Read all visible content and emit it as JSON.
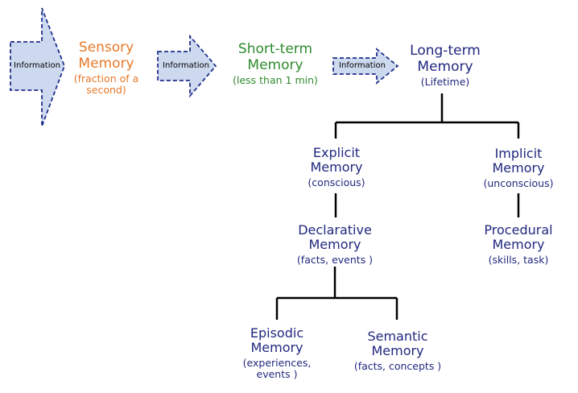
{
  "colors": {
    "navy": "#20287e",
    "orange": "#e8792b",
    "green": "#2e8b2e",
    "arrow_fill": "#cdd9ef",
    "arrow_stroke": "#1f2f8c",
    "line": "#000000"
  },
  "arrows": [
    {
      "label": "Information"
    },
    {
      "label": "Information"
    },
    {
      "label": "Information"
    }
  ],
  "stages": {
    "sensory": {
      "line1": "Sensory",
      "line2": "Memory",
      "sub1": "(fraction of a",
      "sub2": "second)"
    },
    "short_term": {
      "line1": "Short-term",
      "line2": "Memory",
      "sub1": "(less than 1 min)"
    },
    "long_term": {
      "line1": "Long-term",
      "line2": "Memory",
      "sub1": "(Lifetime)"
    }
  },
  "nodes": {
    "explicit": {
      "line1": "Explicit",
      "line2": "Memory",
      "sub1": "(conscious)"
    },
    "implicit": {
      "line1": "Implicit",
      "line2": "Memory",
      "sub1": "(unconscious)"
    },
    "declarative": {
      "line1": "Declarative",
      "line2": "Memory",
      "sub1": "(facts, events )"
    },
    "procedural": {
      "line1": "Procedural",
      "line2": "Memory",
      "sub1": "(skills, task)"
    },
    "episodic": {
      "line1": "Episodic",
      "line2": "Memory",
      "sub1": "(experiences,",
      "sub2": "events )"
    },
    "semantic": {
      "line1": "Semantic",
      "line2": "Memory",
      "sub1": "(facts, concepts )"
    }
  }
}
